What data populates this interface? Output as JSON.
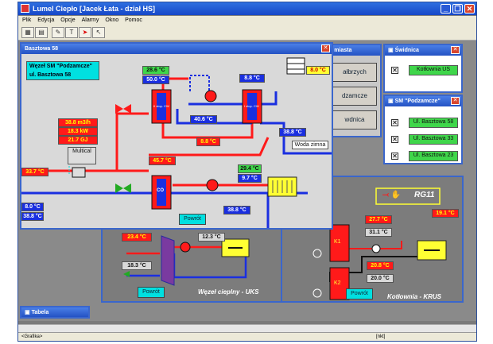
{
  "app": {
    "title": "Lumel Ciepło [Jacek Łata - dział HS]",
    "menu": [
      "Plik",
      "Edycja",
      "Opcje",
      "Alarmy",
      "Okno",
      "Pomoc"
    ],
    "minimize": "_",
    "restore": "❐",
    "close": "✕"
  },
  "toolbar_icons": [
    "grid-icon",
    "layout-icon",
    "edit-icon",
    "text-icon",
    "cursor-icon",
    "pointer-icon"
  ],
  "baszt": {
    "title": "Basztowa 58",
    "header_line1": "Węzeł SM \"Podzamcze\"",
    "header_line2": "ul. Basztowa 58",
    "v_temp_top1": "28.6 °C",
    "v_temp_top2": "50.0 °C",
    "v_stage2": "II stop. CW",
    "v_stage1": "I stop. CW",
    "v_406": "40.6 °C",
    "v_88a": "8.8 °C",
    "v_88b": "8.8 °C",
    "v_80": "8.0 °C",
    "v_388": "38.8 °C",
    "woda": "Woda zimna",
    "flow": "38.8 m3/h",
    "power": "18.3 kW",
    "energy": "21.7 GJ",
    "multical": "Multical",
    "v_337": "33.7 °C",
    "v_457": "45.7 °C",
    "v_294": "29.4 °C",
    "v_97": "9.7 °C",
    "co": "CO",
    "v_80l": "8.0 °C",
    "v_388l": "38.8 °C",
    "v_388b": "38.8 °C",
    "powrot": "Powrót"
  },
  "miasta": {
    "title": "n miasta",
    "items": [
      "ałbrzych",
      "dzamcze",
      "wdnica"
    ]
  },
  "swidnica": {
    "title": "Świdnica",
    "items": [
      "Kotłownia US"
    ]
  },
  "podzamcze": {
    "title": "SM \"Podzamcze\"",
    "items": [
      "Ul. Basztowa 58",
      "Ul. Basztowa 33",
      "Ul. Basztowa 23"
    ]
  },
  "uks": {
    "v_234": "23.4 °C",
    "v_183": "18.3 °C",
    "v_123": "12.3 °C",
    "label": "Węzeł cieplny - UKS",
    "powrot": "Powrót"
  },
  "krus": {
    "rg": "RG11",
    "v_191": "19.1 °C",
    "v_277": "27.7 °C",
    "v_311": "31.1 °C",
    "v_208": "20.8 °C",
    "v_200": "20.0 °C",
    "k1": "K1",
    "k2": "K2",
    "label": "Kotłownia - KRUS",
    "powrot": "Powrót"
  },
  "tabela": {
    "title": "Tabela"
  },
  "status": {
    "left": "<Grafika>",
    "right": "[nkt]"
  }
}
